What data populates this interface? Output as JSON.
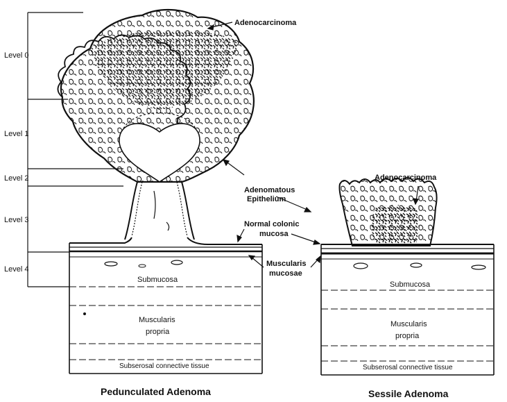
{
  "levels": [
    "Level 0",
    "Level 1",
    "Level 2",
    "Level 3",
    "Level 4"
  ],
  "labels": {
    "adenocarcinoma_top": "Adenocarcinoma",
    "adenocarcinoma_sessile": "Adenocarcinoma",
    "adenomatous_line1": "Adenomatous",
    "adenomatous_line2": "Epithelium",
    "normal_line1": "Normal colonic",
    "normal_line2": "mucosa",
    "muscularis_mucosae_line1": "Muscularis",
    "muscularis_mucosae_line2": "mucosae",
    "submucosa_left": "Submucosa",
    "muscularis_propria_left_1": "Muscularis",
    "muscularis_propria_left_2": "propria",
    "subserosal_left": "Subserosal connective tissue",
    "submucosa_right": "Submucosa",
    "muscularis_propria_right_1": "Muscularis",
    "muscularis_propria_right_2": "propria",
    "subserosal_right": "Subserosal connective tissue"
  },
  "captions": {
    "left": "Pedunculated Adenoma",
    "right": "Sessile Adenoma"
  },
  "colors": {
    "ink": "#111111",
    "paper": "#ffffff"
  }
}
